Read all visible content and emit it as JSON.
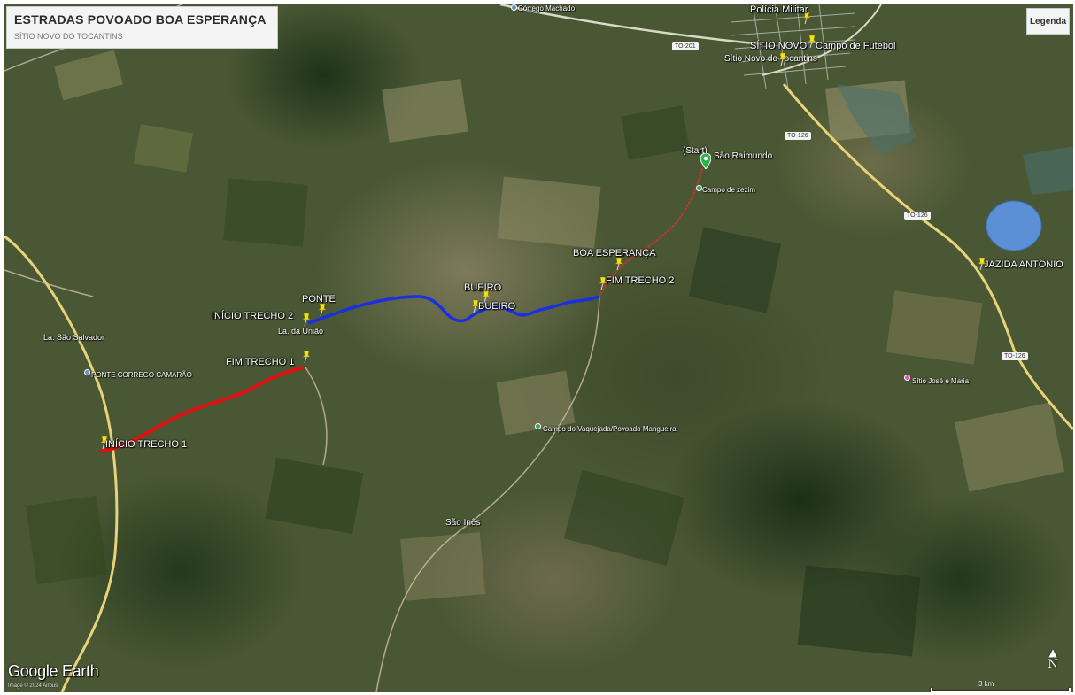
{
  "header": {
    "title": "ESTRADAS POVOADO BOA ESPERANÇA",
    "subtitle": "SÍTIO NOVO DO TOCANTINS"
  },
  "legend_button": {
    "label": "Legenda"
  },
  "pins": [
    {
      "id": "inicio-trecho-1",
      "label": "INÍCIO TRECHO 1"
    },
    {
      "id": "fim-trecho-1",
      "label": "FIM TRECHO 1"
    },
    {
      "id": "inicio-trecho-2",
      "label": "INÍCIO TRECHO 2"
    },
    {
      "id": "ponte",
      "label": "PONTE"
    },
    {
      "id": "bueiro-1",
      "label": "BUEIRO"
    },
    {
      "id": "bueiro-2",
      "label": "BUEIRO"
    },
    {
      "id": "fim-trecho-2",
      "label": "FIM TRECHO 2"
    },
    {
      "id": "boa-esperanca",
      "label": "BOA ESPERANÇA"
    },
    {
      "id": "jazida-antonio",
      "label": "JAZIDA ANTÔNIO"
    },
    {
      "id": "policia-militar",
      "label": "Polícia Militar"
    },
    {
      "id": "sitio-novo",
      "label": "SÍTIO NOVO"
    },
    {
      "id": "campo-futebol",
      "label": "Campo de Futebol"
    }
  ],
  "places": {
    "start": "(Start)",
    "sao_raimundo": "São Raimundo",
    "campo_zezim": "Campo de zezim",
    "sitio_novo_tocantins": "Sítio Novo do Tocantins",
    "corrego_machado": "Córrego Machado",
    "la_uniao": "La. da União",
    "la_sao_salvador": "La. São Salvador",
    "ponte_corrego_camarao": "PONTE CORREGO CAMARÃO",
    "campo_vaquejada": "Campo do Vaquejada/Povoado Mangueira",
    "sao_ines": "São Inês",
    "sitio_jose_maria": "Sítio José e Maria"
  },
  "road_tags": {
    "to201": "TO-201",
    "to126_a": "TO-126",
    "to126_b": "TO-126",
    "to126_c": "TO-126"
  },
  "attribution": {
    "watermark": "Google Earth",
    "imagery": "Image © 2024 Airbus"
  },
  "compass": {
    "north": "N"
  },
  "scale": {
    "label": "3 km"
  },
  "colors": {
    "trecho1": "#e01010",
    "trecho2": "#1a2fe0",
    "access_road": "#c0392b",
    "highway": "#e8d27a",
    "pin": "#f2e21a",
    "water_circle": "#5b8fd6"
  }
}
